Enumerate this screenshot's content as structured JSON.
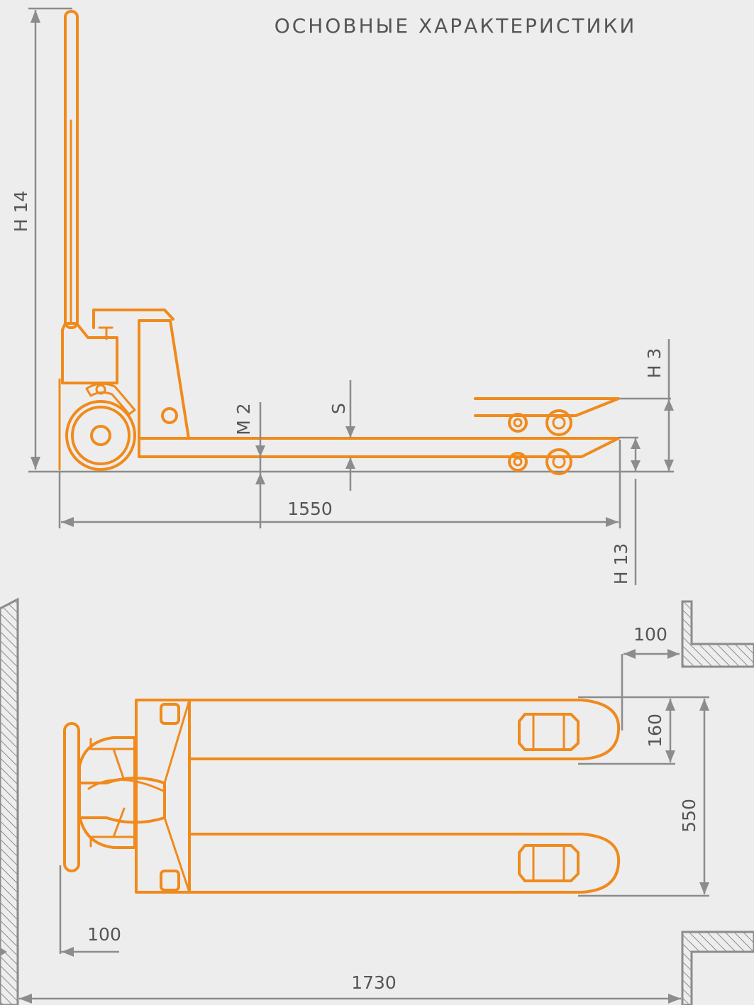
{
  "title": "ОСНОВНЫЕ ХАРАКТЕРИСТИКИ",
  "colors": {
    "accent": "#f08a1c",
    "dimension": "#8c8c8c",
    "background": "#ededed",
    "text": "#555555"
  },
  "side_view": {
    "labels": {
      "h14": "H 14",
      "h3": "H 3",
      "h13": "H 13",
      "m2": "M 2",
      "s": "S",
      "length": "1550"
    }
  },
  "top_view": {
    "labels": {
      "wall_gap": "100",
      "fork_width": "160",
      "total_width": "550",
      "rear_gap": "100",
      "total_length": "1730"
    }
  }
}
